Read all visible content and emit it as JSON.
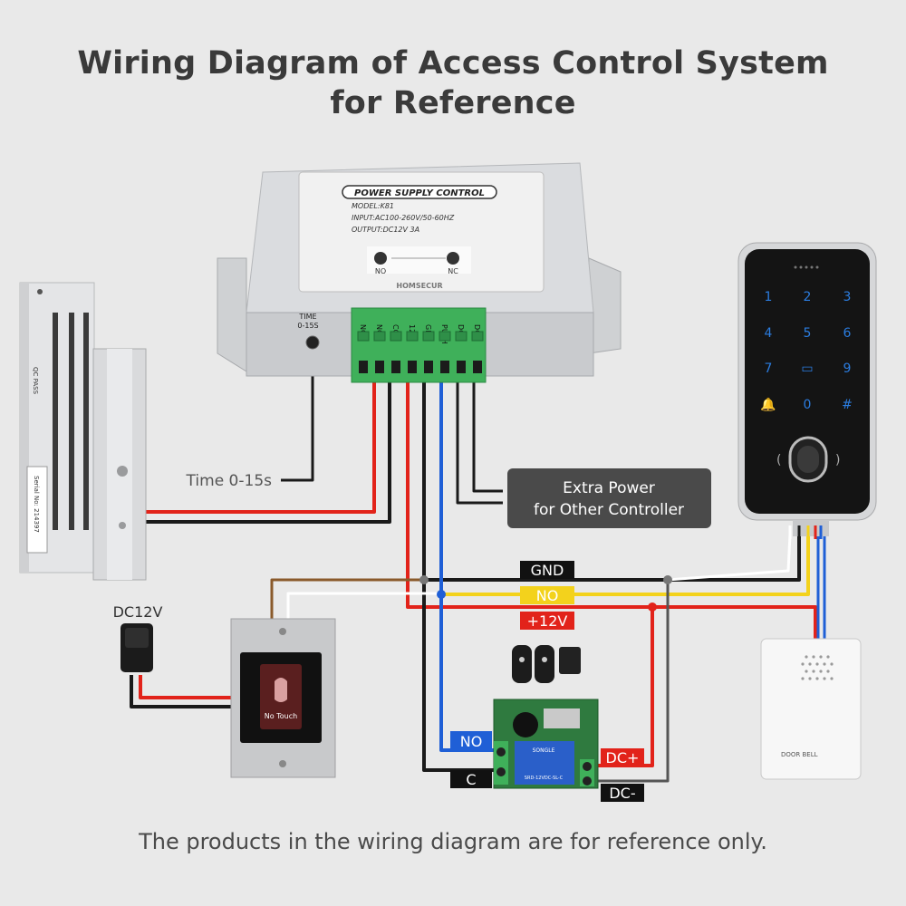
{
  "title": {
    "line1": "Wiring Diagram of Access Control System",
    "line2": "for Reference"
  },
  "footnote": "The products in the wiring diagram are for reference only.",
  "power_supply": {
    "label": "POWER SUPPLY CONTROL",
    "model": "MODEL:K81",
    "input": "INPUT:AC100-260V/50-60HZ",
    "output": "OUTPUT:DC12V 3A",
    "led_no": "NO",
    "led_nc": "NC",
    "brand": "HOMSECUR",
    "time_knob": "TIME",
    "time_range": "0-15S",
    "terminals": [
      "NO+",
      "NC+",
      "COM",
      "12V",
      "GND",
      "PUSH",
      "DC+",
      "DC-"
    ]
  },
  "callouts": {
    "time": "Time 0-15s",
    "extra_power_line1": "Extra Power",
    "extra_power_line2": "for Other Controller",
    "dc12v": "DC12V"
  },
  "bus_labels": {
    "gnd": "GND",
    "no": "NO",
    "plus12v": "+12V"
  },
  "relay_labels": {
    "no": "NO",
    "c": "C",
    "dc_plus": "DC+",
    "dc_minus": "DC-",
    "brand": "SONGLE",
    "model": "SRD-12VDC-SL-C"
  },
  "maglock": {
    "text1": "Serial No: 214397",
    "text2": "QC PASS"
  },
  "exit_button": {
    "label": "No Touch"
  },
  "keypad": {
    "keys": [
      "1",
      "2",
      "3",
      "4",
      "5",
      "6",
      "7",
      "▭",
      "9",
      "🔔",
      "0",
      "#"
    ]
  },
  "doorbell": {
    "label": "DOOR BELL"
  },
  "colors": {
    "background": "#e9e9e9",
    "wire_red": "#e2231a",
    "wire_black": "#1a1a1a",
    "wire_blue": "#1f5fd6",
    "wire_yellow": "#f3d21c",
    "wire_brown": "#8a5a2b",
    "wire_white": "#ffffff",
    "wire_gray": "#888888",
    "terminal_green": "#3fb05a"
  }
}
